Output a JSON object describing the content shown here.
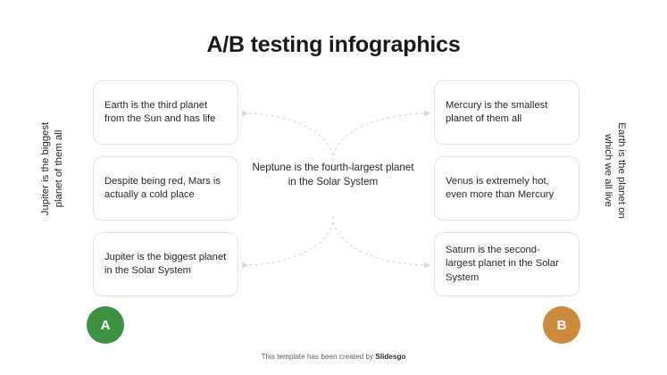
{
  "title": "A/B testing infographics",
  "center": {
    "text": "Neptune is the fourth-largest planet in the Solar System"
  },
  "side_labels": {
    "left": "Jupiter is the biggest\nplanet of them all",
    "right": "Earth is the planet on\nwhich we all live"
  },
  "cards": {
    "left": [
      {
        "text": "Earth is the third planet from the Sun and has life"
      },
      {
        "text": "Despite being red, Mars is actually a cold place"
      },
      {
        "text": "Jupiter is the biggest planet in the Solar System"
      }
    ],
    "right": [
      {
        "text": "Mercury is the smallest planet of them all"
      },
      {
        "text": "Venus is extremely hot, even more than Mercury"
      },
      {
        "text": "Saturn is the second-largest planet in the Solar System"
      }
    ]
  },
  "badges": {
    "a": {
      "label": "A",
      "color": "#3f9142"
    },
    "b": {
      "label": "B",
      "color": "#cb8a3e"
    }
  },
  "footer": {
    "prefix": "This template has been created by ",
    "brand": "Slidesgo"
  },
  "colors": {
    "background": "#ffffff",
    "text": "#27272a",
    "card_border": "#e2e2e4",
    "connector": "#d8d8db",
    "badge_a": "#3f9142",
    "badge_b": "#cb8a3e"
  }
}
